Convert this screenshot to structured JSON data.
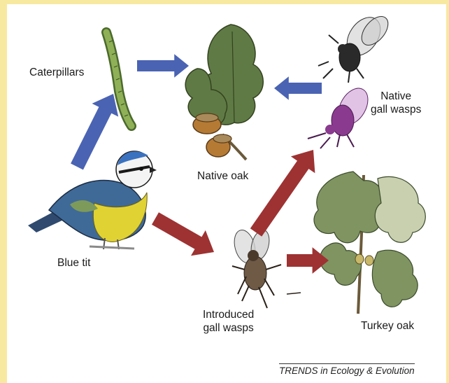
{
  "colors": {
    "frame": "#f7e9a0",
    "native_arrow": "#4a63b3",
    "introduced_arrow": "#9e3232",
    "oak_leaf": "#5f7a44",
    "turkey_leaf": "#7f9461",
    "gall_wasp_native": "#8a3a8f",
    "gall_wasp_introduced": "#5a4a3a"
  },
  "labels": {
    "caterpillars": "Caterpillars",
    "native_oak": "Native oak",
    "native_gall_wasps_line1": "Native",
    "native_gall_wasps_line2": "gall wasps",
    "blue_tit": "Blue tit",
    "introduced_gall_wasps_line1": "Introduced",
    "introduced_gall_wasps_line2": "gall wasps",
    "turkey_oak": "Turkey oak"
  },
  "footer": "TRENDS in Ecology & Evolution",
  "edges": [
    {
      "from": "blue-tit",
      "to": "caterpillars",
      "kind": "native"
    },
    {
      "from": "caterpillars",
      "to": "native-oak",
      "kind": "native"
    },
    {
      "from": "native-gall-wasps",
      "to": "native-oak",
      "kind": "native"
    },
    {
      "from": "blue-tit",
      "to": "introduced-gall-wasps",
      "kind": "introduced"
    },
    {
      "from": "introduced-gall-wasps",
      "to": "native-gall-wasps",
      "kind": "introduced"
    },
    {
      "from": "introduced-gall-wasps",
      "to": "turkey-oak",
      "kind": "introduced"
    }
  ]
}
